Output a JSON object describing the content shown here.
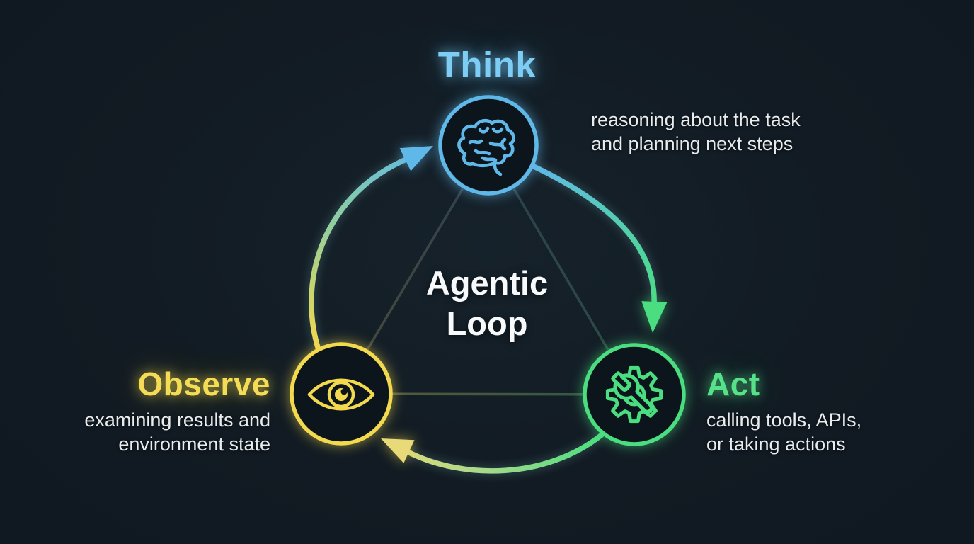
{
  "diagram": {
    "center_title_line1": "Agentic",
    "center_title_line2": "Loop",
    "nodes": {
      "think": {
        "label": "Think",
        "desc_line1": "reasoning about the task",
        "desc_line2": "and planning next steps",
        "icon": "brain-icon"
      },
      "act": {
        "label": "Act",
        "desc_line1": "calling tools, APIs,",
        "desc_line2": "or taking actions",
        "icon": "gear-wrench-icon"
      },
      "observe": {
        "label": "Observe",
        "desc_line1": "examining results and",
        "desc_line2": "environment state",
        "icon": "eye-icon"
      }
    },
    "arrows": [
      "observe-to-think",
      "think-to-act",
      "act-to-observe"
    ]
  },
  "colors": {
    "background": "#121b23",
    "think": "#5fb8e8",
    "think_title": "#7ecdf4",
    "act": "#4ade80",
    "act_title": "#55e289",
    "observe": "#f2d94e",
    "observe_title": "#f5dc55",
    "arrow_to_observe": "#e8da78",
    "text": "#e8ecef",
    "center_text": "#f7f9fa"
  }
}
